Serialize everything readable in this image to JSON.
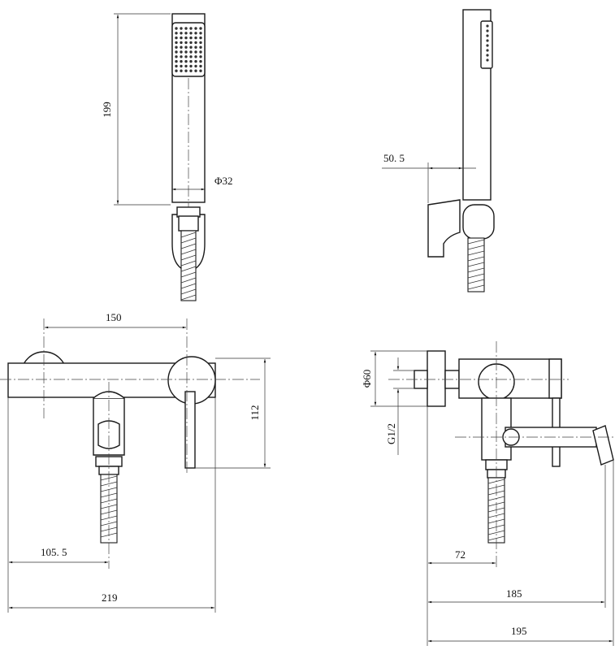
{
  "dimensions": {
    "handshower_length": "199",
    "handshower_diameter": "Φ32",
    "holder_offset": "50. 5",
    "centers": "150",
    "body_height": "112",
    "hose_offset": "105. 5",
    "total_width": "219",
    "rosette_diameter": "Φ60",
    "thread": "G1/2",
    "outlet_offset": "72",
    "spout_depth": "185",
    "total_depth": "195"
  }
}
